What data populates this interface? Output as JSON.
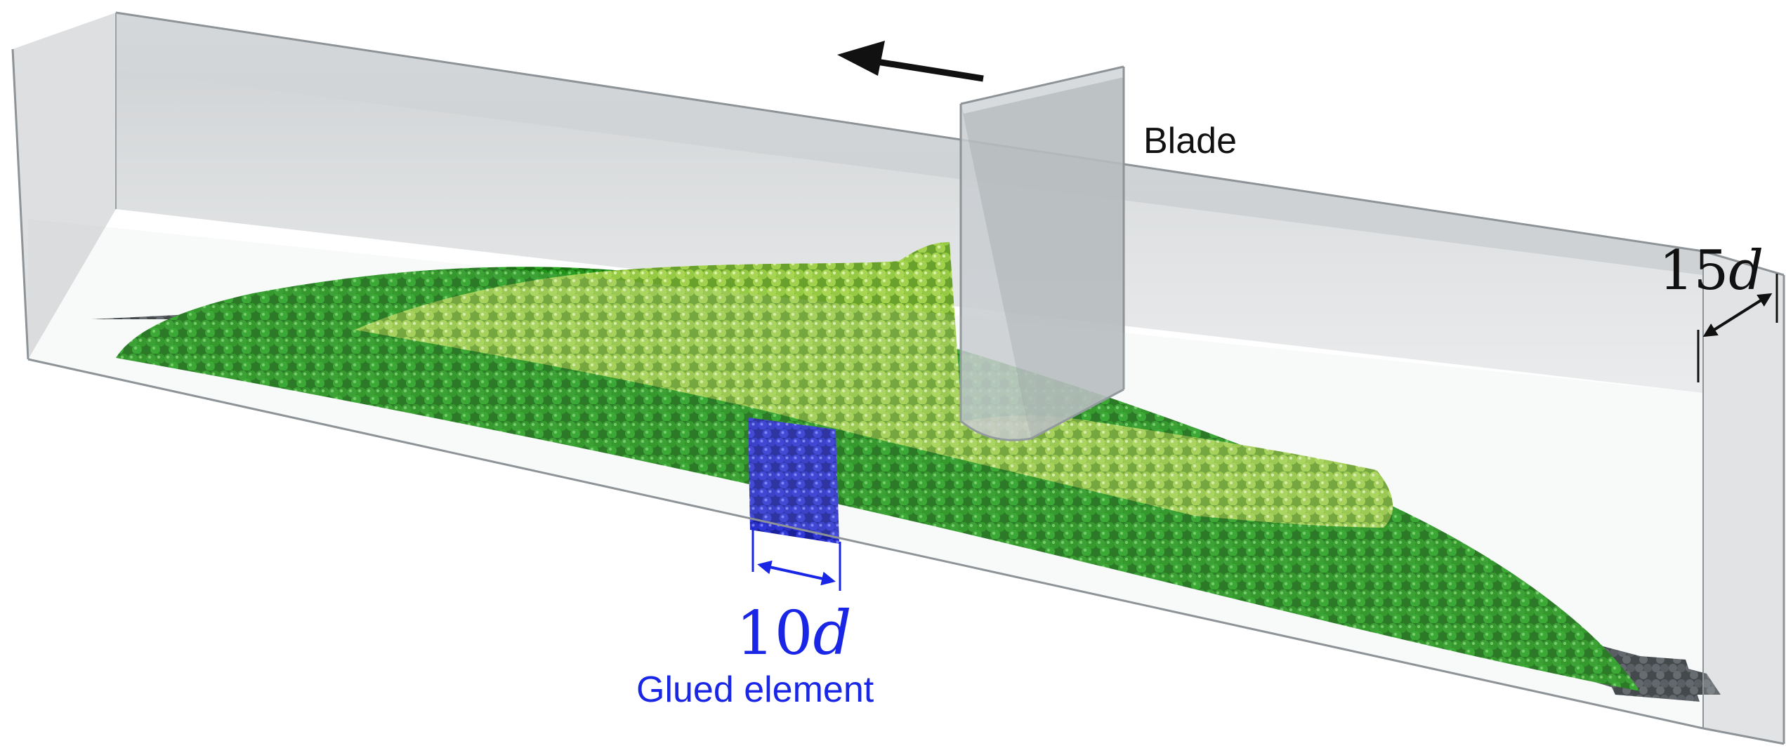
{
  "labels": {
    "blade": "Blade",
    "width_number": "15",
    "width_var": "d",
    "element_number": "10",
    "element_var": "d",
    "glued_element": "Glued element"
  },
  "colors": {
    "background": "#ffffff",
    "glass": "#9aa3a8",
    "blade_front": "#c9cdd0",
    "blade_side": "#b6bbbe",
    "dark_green_particles": "#1f8a1a",
    "light_green_particles": "#9ccf4a",
    "glued_particles": "#2a2fcf",
    "base_particles": "#4a4f55",
    "blue_annotation": "#1a26e6",
    "black_annotation": "#111111"
  },
  "icons": {
    "motion_arrow": "left-arrow-icon",
    "dimension_arrow": "double-arrow-icon"
  }
}
